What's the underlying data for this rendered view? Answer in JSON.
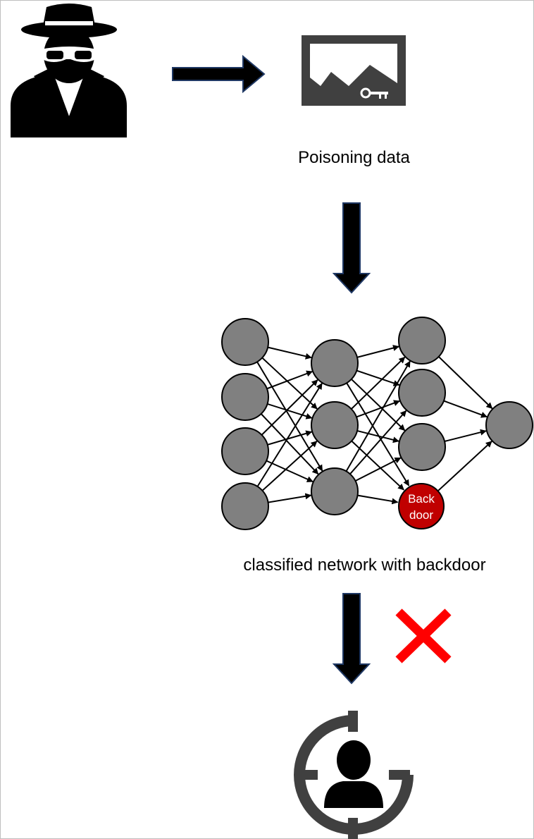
{
  "labels": {
    "poisoning_data": "Poisoning data",
    "network": "classified network with backdoor"
  },
  "backdoor_node": {
    "line1": "Back",
    "line2": "door"
  },
  "icons": {
    "attacker": "spy-hacker-icon",
    "poisoned_image": "image-with-key-icon",
    "target": "user-target-icon",
    "blocked": "red-cross-icon"
  },
  "colors": {
    "node_fill": "#808080",
    "node_stroke": "#000000",
    "backdoor_fill": "#c00000",
    "arrow_fill": "#000000",
    "arrow_stroke": "#1f3864",
    "cross": "#ff0000",
    "icon_gray": "#404040"
  }
}
